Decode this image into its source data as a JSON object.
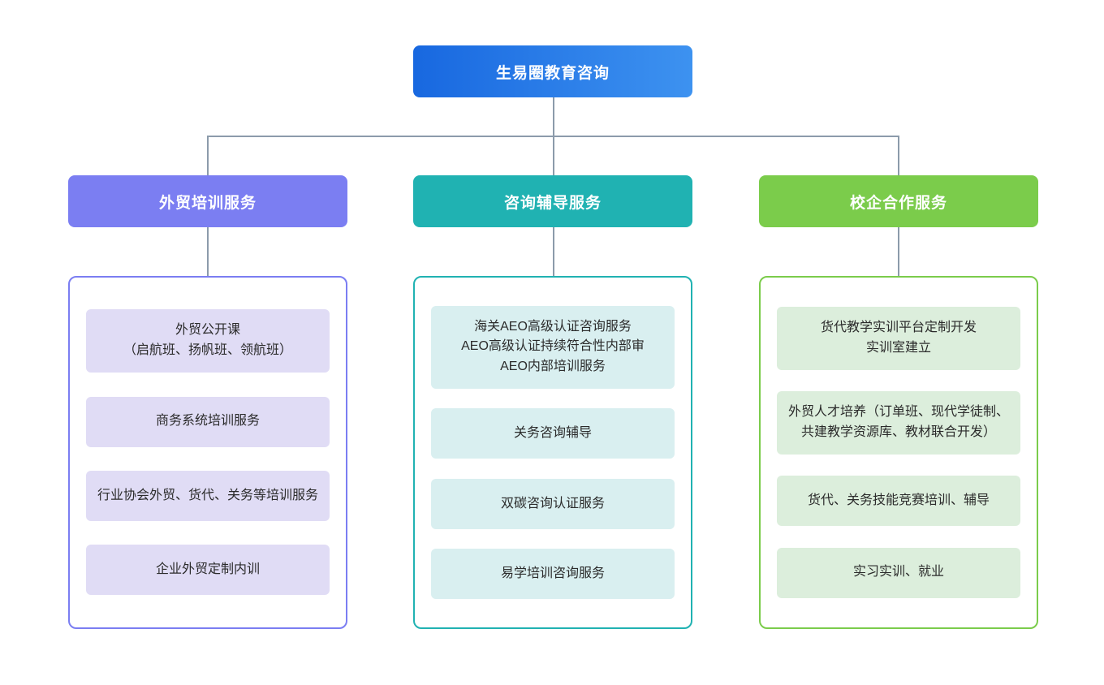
{
  "diagram": {
    "type": "org-chart",
    "root": {
      "label": "生易圈教育咨询",
      "color_from": "#1868e0",
      "color_to": "#3d92f0"
    },
    "connector_color": "#8c9bab",
    "branches": [
      {
        "header": "外贸培训服务",
        "color": "#7b7ef2",
        "item_bg": "#e0dcf5",
        "items": [
          "外贸公开课\n（启航班、扬帆班、领航班）",
          "商务系统培训服务",
          "行业协会外贸、货代、关务等培训服务",
          "企业外贸定制内训"
        ]
      },
      {
        "header": "咨询辅导服务",
        "color": "#20b2b2",
        "item_bg": "#d9eff0",
        "items": [
          "海关AEO高级认证咨询服务\nAEO高级认证持续符合性内部审\nAEO内部培训服务",
          "关务咨询辅导",
          "双碳咨询认证服务",
          "易学培训咨询服务"
        ]
      },
      {
        "header": "校企合作服务",
        "color": "#7bcc4b",
        "item_bg": "#dceedc",
        "items": [
          "货代教学实训平台定制开发\n实训室建立",
          "外贸人才培养（订单班、现代学徒制、共建教学资源库、教材联合开发）",
          "货代、关务技能竞赛培训、辅导",
          "实习实训、就业"
        ]
      }
    ]
  }
}
